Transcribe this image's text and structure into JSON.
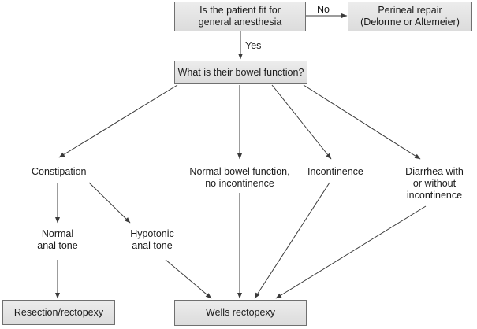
{
  "nodes": {
    "fit_question": "Is the patient fit for\ngeneral anesthesia",
    "perineal_repair": "Perineal repair\n(Delorme or Altemeier)",
    "bowel_function": "What is their bowel function?",
    "constipation": "Constipation",
    "normal_bowel": "Normal bowel function,\nno incontinence",
    "incontinence": "Incontinence",
    "diarrhea": "Diarrhea with\nor without\nincontinence",
    "normal_tone": "Normal\nanal tone",
    "hypotonic_tone": "Hypotonic\nanal tone",
    "resection": "Resection/rectopexy",
    "wells": "Wells rectopexy"
  },
  "edge_labels": {
    "no": "No",
    "yes": "Yes"
  }
}
